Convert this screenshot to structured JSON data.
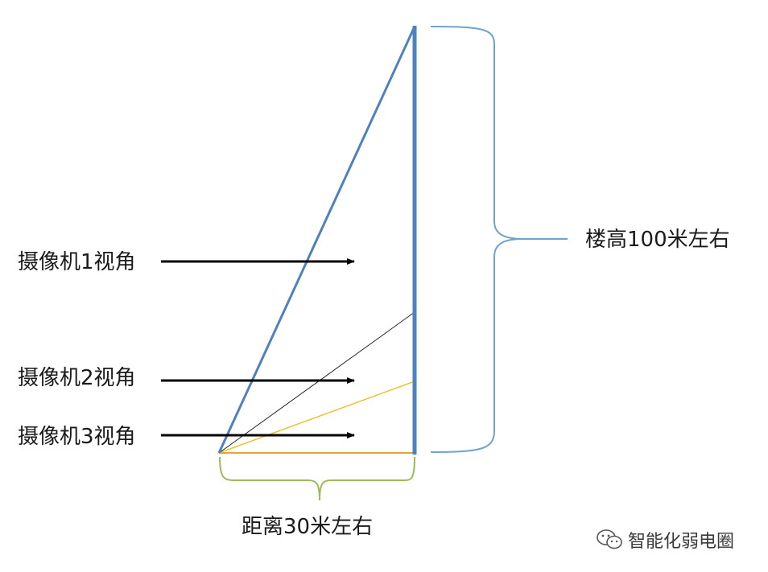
{
  "labels": {
    "camera_1": "摄像机1视角",
    "camera_2": "摄像机2视角",
    "camera_3": "摄像机3视角",
    "building_height": "楼高100米左右",
    "distance": "距离30米左右"
  },
  "watermark": {
    "icon": "wechat-icon",
    "text": "智能化弱电圈"
  },
  "colors": {
    "building": "#4f81bd",
    "height_brace": "#6fa3c8",
    "distance_brace": "#9bbb59",
    "camera_1_ray": "#4f81bd",
    "camera_2_ray": "#222222",
    "camera_3_ray": "#e8c530",
    "ground_line": "#e6a23c",
    "arrow": "#000000"
  }
}
